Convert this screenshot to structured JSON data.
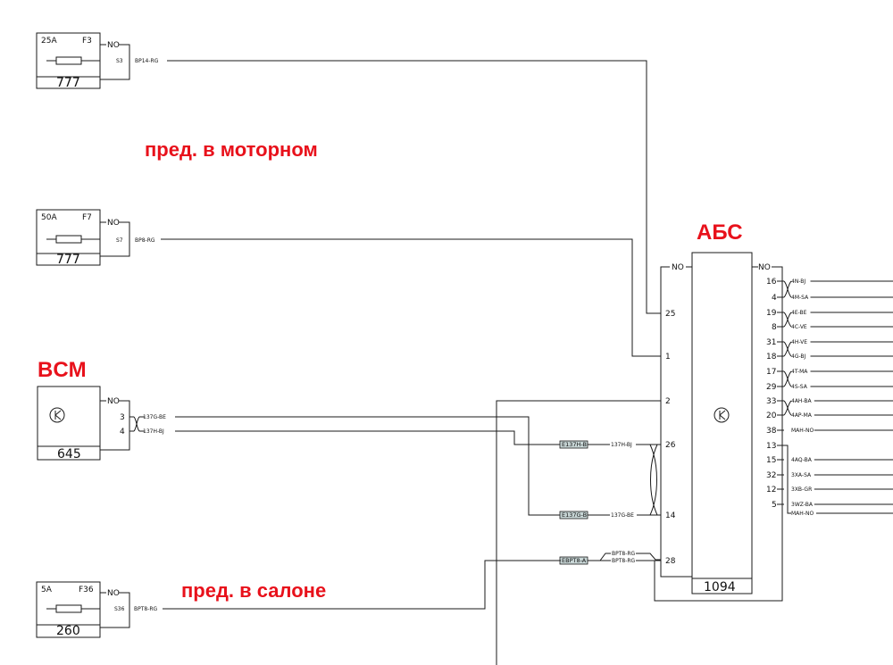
{
  "labels": {
    "engine_note": "пред. в моторном",
    "cabin_note": "пред. в салоне",
    "bcm": "BCM",
    "abs": "АБС"
  },
  "fuses": [
    {
      "id": "f3",
      "amp": "25A",
      "name": "F3",
      "no": "NO",
      "pin": "S3",
      "wire": "BP14-RG",
      "code": "777"
    },
    {
      "id": "f7",
      "amp": "50A",
      "name": "F7",
      "no": "NO",
      "pin": "S7",
      "wire": "BP8-RG",
      "code": "777"
    },
    {
      "id": "f36",
      "amp": "5A",
      "name": "F36",
      "no": "NO",
      "pin": "S36",
      "wire": "BPT8-RG",
      "code": "260"
    }
  ],
  "bcm": {
    "no": "NO",
    "code": "645",
    "pins": [
      {
        "pin": "3",
        "wire": "137G-BE"
      },
      {
        "pin": "4",
        "wire": "137H-BJ"
      }
    ]
  },
  "connectors": {
    "c1": {
      "label": "E137H-B",
      "wire": "137H-BJ"
    },
    "c2": {
      "label": "E137G-B",
      "wire": "137G-BE"
    },
    "c3": {
      "label": "EBPT8-A",
      "wire1": "BPT8-RG",
      "wire2": "BPT8-RG"
    }
  },
  "abs": {
    "code": "1094",
    "no_left": "NO",
    "no_right": "NO",
    "left_pins": [
      "25",
      "1",
      "2",
      "26",
      "14",
      "28"
    ],
    "right_pins": [
      {
        "pin": "16",
        "wire": "4N-BJ"
      },
      {
        "pin": "4",
        "wire": "4M-SA"
      },
      {
        "pin": "19",
        "wire": "4E-BE"
      },
      {
        "pin": "8",
        "wire": "4C-VE"
      },
      {
        "pin": "31",
        "wire": "4H-VE"
      },
      {
        "pin": "18",
        "wire": "4G-BJ"
      },
      {
        "pin": "17",
        "wire": "4T-MA"
      },
      {
        "pin": "29",
        "wire": "4S-SA"
      },
      {
        "pin": "33",
        "wire": "4AH-BA"
      },
      {
        "pin": "20",
        "wire": "4AP-MA"
      },
      {
        "pin": "38",
        "wire": "MAH-NO"
      },
      {
        "pin": "13",
        "wire": ""
      },
      {
        "pin": "15",
        "wire": "4AQ-BA"
      },
      {
        "pin": "32",
        "wire": "3XA-SA"
      },
      {
        "pin": "12",
        "wire": "3XB-GR"
      },
      {
        "pin": "5",
        "wire": "3WZ-BA"
      }
    ],
    "extra_wire": "MAH-NO"
  }
}
